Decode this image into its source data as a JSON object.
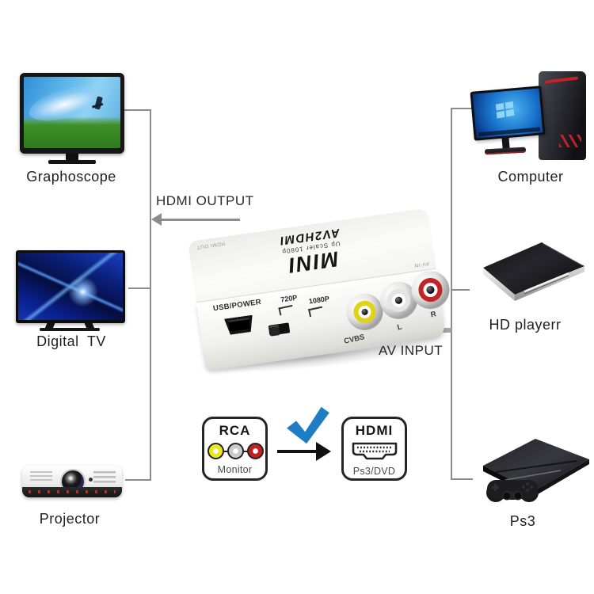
{
  "connections": {
    "hdmi_output_label": "HDMI OUTPUT",
    "av_input_label": "AV INPUT"
  },
  "devices": {
    "left": [
      {
        "label": "Graphoscope"
      },
      {
        "label": "Digital TV"
      },
      {
        "label": "Projector"
      }
    ],
    "right": [
      {
        "label": "Computer"
      },
      {
        "label": "HD playerr"
      },
      {
        "label": "Ps3"
      }
    ]
  },
  "converter": {
    "brand": "MINI",
    "model": "AV2HDMI",
    "subtitle": "Up Scaler 1080p",
    "port_labels": {
      "usb": "USB/POWER",
      "res_720": "720P",
      "res_1080": "1080P",
      "cvbs": "CVBS",
      "audio_left": "L",
      "audio_right": "R",
      "hdmi_out": "HDMI OUT",
      "av_in": "AV-IN"
    }
  },
  "comparison": {
    "source": {
      "title": "RCA",
      "subtitle": "Monitor"
    },
    "target": {
      "title": "HDMI",
      "subtitle": "Ps3/DVD"
    }
  },
  "colors": {
    "line_gray": "#8c8c8c",
    "arrow_gray": "#a5a5a5",
    "check_blue": "#1f7dc4",
    "rca_yellow": "#ece71f",
    "rca_white": "#cbcbcb",
    "rca_red": "#c32020",
    "label_text": "#1f1f1f"
  }
}
